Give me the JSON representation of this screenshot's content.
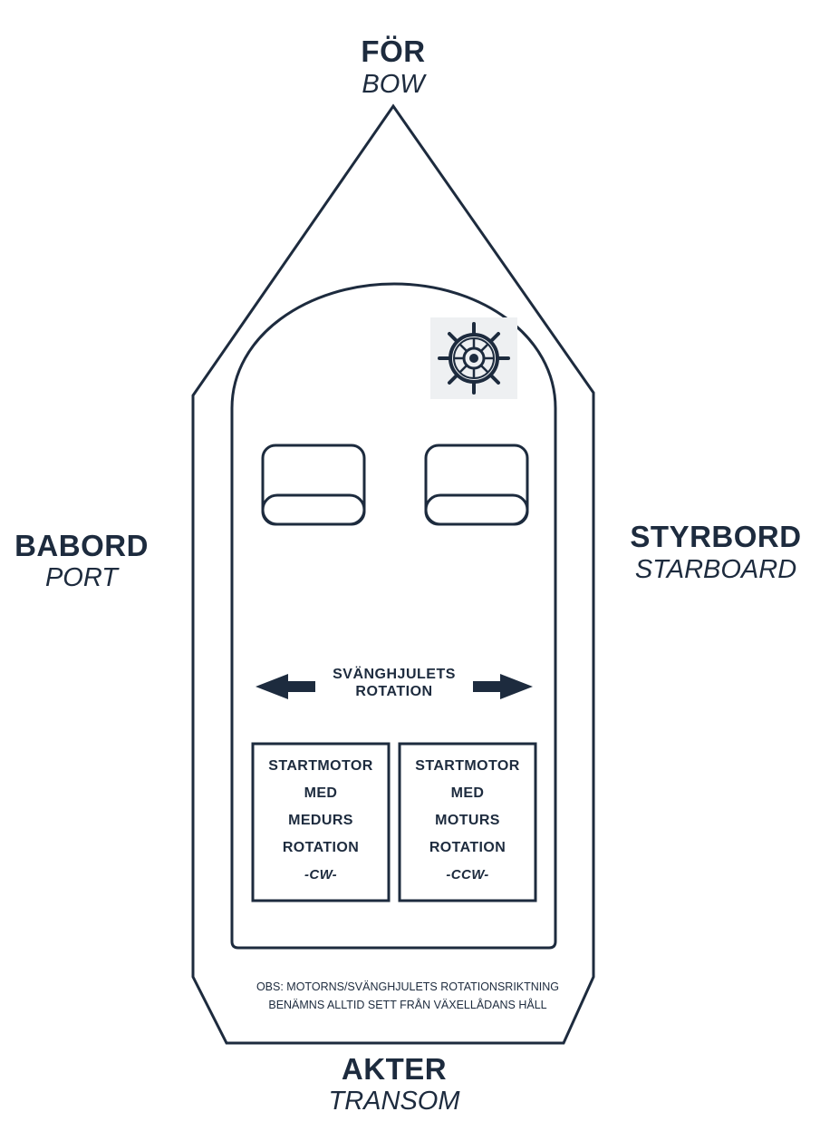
{
  "colors": {
    "ink": "#1d2b3e",
    "background": "#ffffff"
  },
  "labels": {
    "bow_sv": "FÖR",
    "bow_en": "BOW",
    "port_sv": "BABORD",
    "port_en": "PORT",
    "starboard_sv": "STYRBORD",
    "starboard_en": "STARBOARD",
    "transom_sv": "AKTER",
    "transom_en": "TRANSOM"
  },
  "rotation": {
    "line1": "SVÄNGHJULETS",
    "line2": "ROTATION"
  },
  "boxes": [
    {
      "line1": "STARTMOTOR",
      "line2": "MED",
      "line3": "MEDURS",
      "line4": "ROTATION",
      "code": "-CW-"
    },
    {
      "line1": "STARTMOTOR",
      "line2": "MED",
      "line3": "MOTURS",
      "line4": "ROTATION",
      "code": "-CCW-"
    }
  ],
  "note": {
    "line1": "OBS: MOTORNS/SVÄNGHJULETS ROTATIONSRIKTNING",
    "line2": "BENÄMNS ALLTID SETT FRÅN VÄXELLÅDANS HÅLL"
  },
  "icons": {
    "helm": "ship-wheel-icon"
  }
}
